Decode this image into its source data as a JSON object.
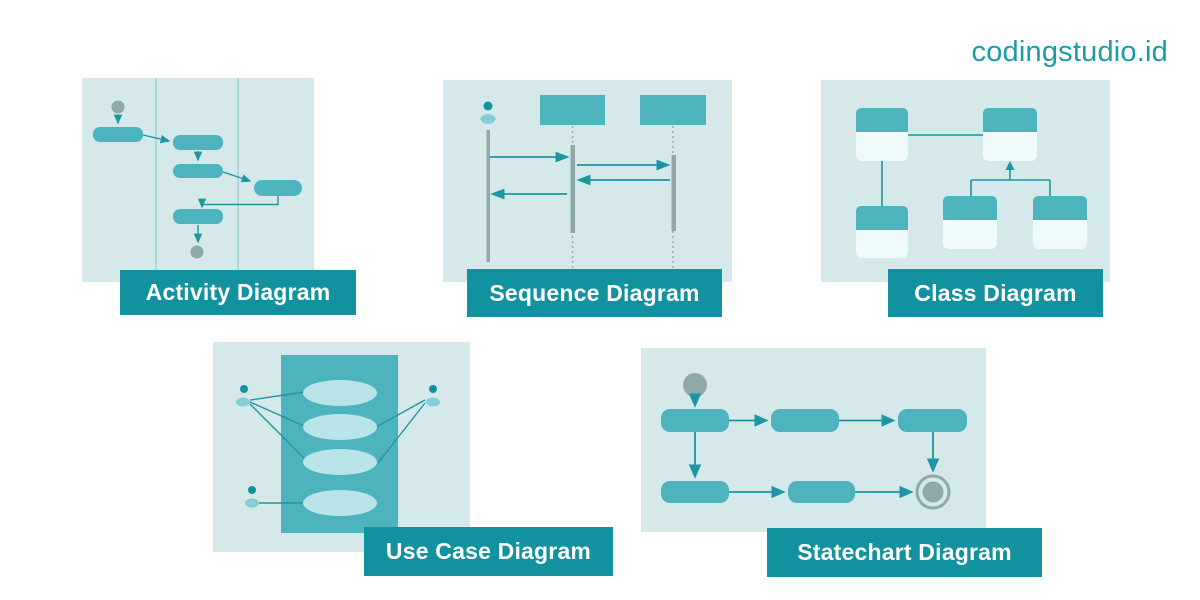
{
  "brand": "codingstudio.id",
  "cards": [
    {
      "id": "activity",
      "label": "Activity Diagram"
    },
    {
      "id": "sequence",
      "label": "Sequence Diagram"
    },
    {
      "id": "class",
      "label": "Class Diagram"
    },
    {
      "id": "usecase",
      "label": "Use Case Diagram"
    },
    {
      "id": "statechart",
      "label": "Statechart Diagram"
    }
  ],
  "colors": {
    "panel_bg": "#d5e9eb",
    "shape_teal": "#4db3bc",
    "line_teal": "#1e96a1",
    "band_teal": "#12929e",
    "gray_node": "#8fa9ab",
    "light_ellipse": "#b9e4e8",
    "actor_body": "#84ced4",
    "class_body": "#effafa",
    "brand_text": "#1b9aaa",
    "label_text": "#ffffff"
  }
}
